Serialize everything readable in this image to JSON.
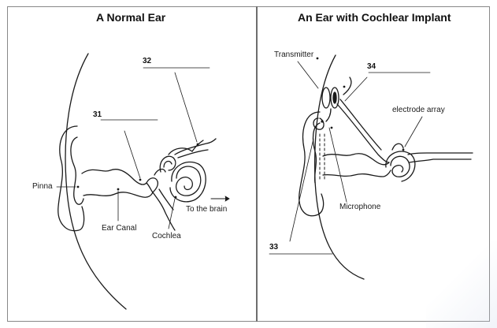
{
  "left_panel": {
    "title": "A Normal Ear",
    "labels": {
      "pinna": "Pinna",
      "ear_canal": "Ear Canal",
      "cochlea": "Cochlea",
      "to_brain": "To the brain"
    },
    "blanks": {
      "n31": "31",
      "n32": "32"
    }
  },
  "right_panel": {
    "title": "An Ear with Cochlear Implant",
    "labels": {
      "transmitter": "Transmitter",
      "electrode_array": "electrode array",
      "microphone": "Microphone"
    },
    "blanks": {
      "n33": "33",
      "n34": "34"
    }
  },
  "colors": {
    "line": "#1a1a1a",
    "border": "#888888"
  }
}
